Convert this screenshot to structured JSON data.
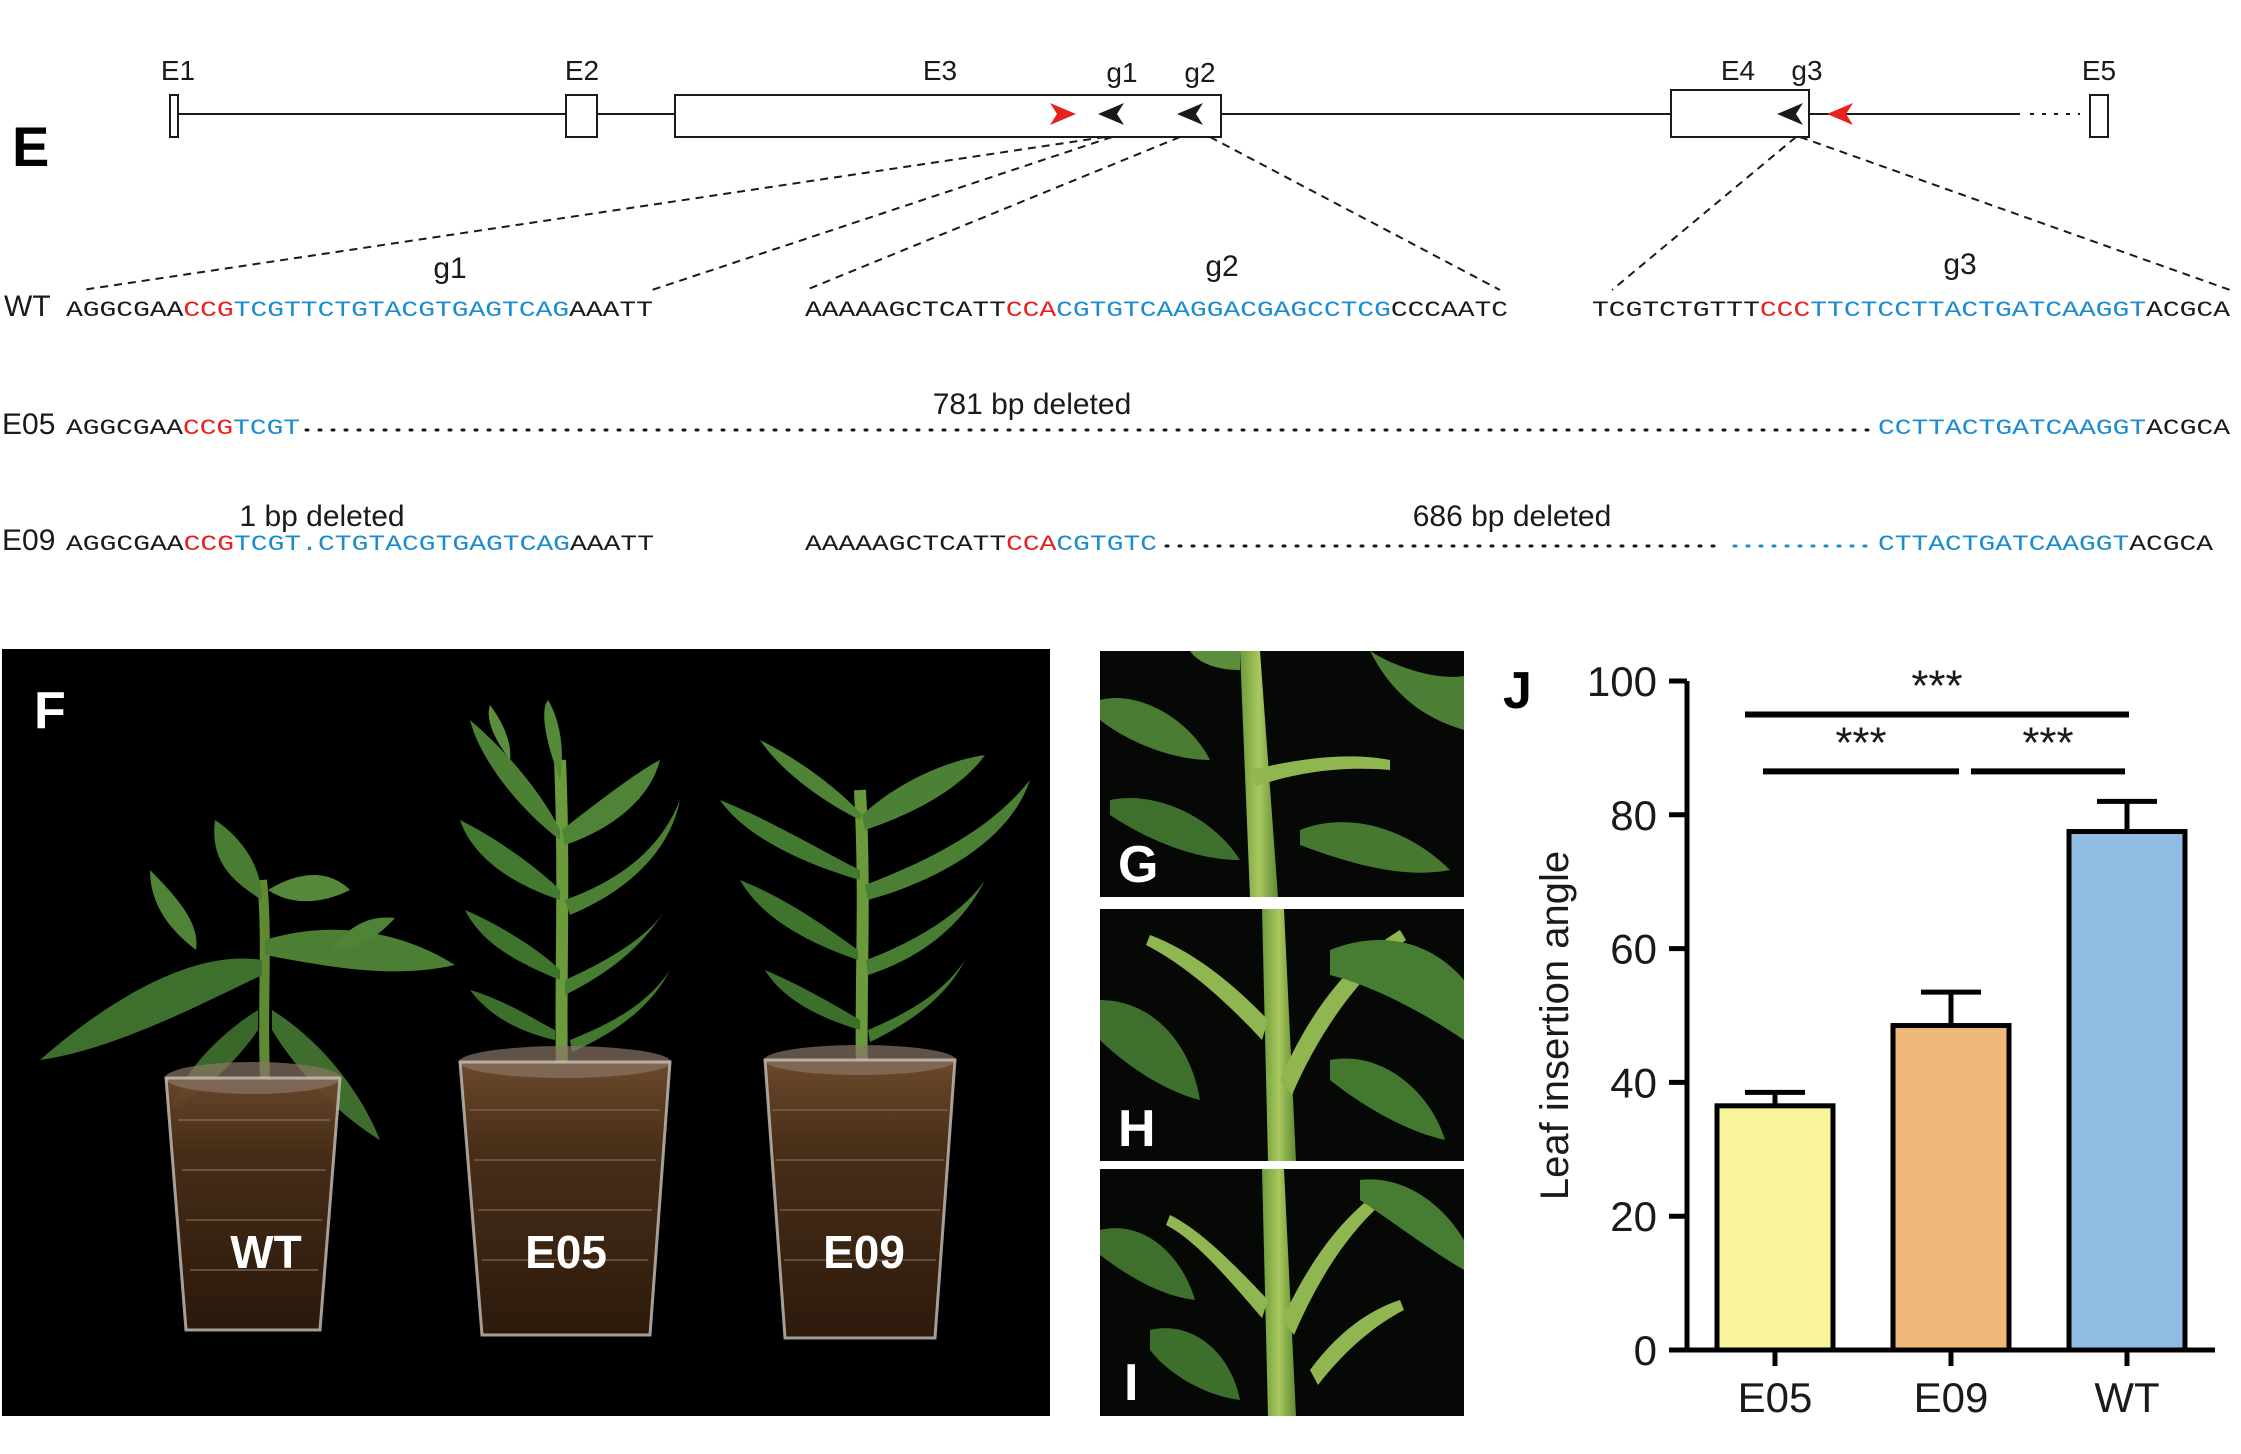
{
  "panels": {
    "e": "E",
    "f": "F",
    "g": "G",
    "h": "H",
    "i": "I",
    "j": "J"
  },
  "gene_model": {
    "exons": [
      "E1",
      "E2",
      "E3",
      "E4",
      "E5"
    ],
    "guides": [
      "g1",
      "g2",
      "g3"
    ]
  },
  "sequences": {
    "wt": {
      "label": "WT",
      "g1": {
        "title": "g1",
        "pre": "AGGCGAA",
        "pam": "CCG",
        "target": "TCGTTCTGTACGTGAGTCAG",
        "post": "AAATT"
      },
      "g2": {
        "title": "g2",
        "pre": "AAAAAGCTCATT",
        "pam": "CCA",
        "target": "CGTGTCAAGGACGAGCCTCG",
        "post": "CCCAATC"
      },
      "g3": {
        "title": "g3",
        "pre": "TCGTCTGTTT",
        "pam": "CCC",
        "target": "TTCTCCTTACTGATCAAGGT",
        "post": "ACGCA"
      }
    },
    "e05": {
      "label": "E05",
      "deletion": "781 bp deleted",
      "left": {
        "pre": "AGGCGAA",
        "pam": "CCG",
        "target": "TCGT"
      },
      "right": {
        "target": "CCTTACTGATCAAGGT",
        "post": "ACGCA"
      }
    },
    "e09": {
      "label": "E09",
      "deletion1": "1 bp deleted",
      "deletion2": "686 bp deleted",
      "g1": {
        "pre": "AGGCGAA",
        "pam": "CCG",
        "target_a": "TCGT",
        "target_b": "CTGTACGTGAGTCAG",
        "post": "AAATT"
      },
      "g2": {
        "pre": "AAAAAGCTCATT",
        "pam": "CCA",
        "target": "CGTGTC"
      },
      "g3": {
        "target": "CTTACTGATCAAGGT",
        "post": "ACGCA"
      }
    }
  },
  "photos": {
    "plant_labels": [
      "WT",
      "E05",
      "E09"
    ]
  },
  "chart_data": {
    "type": "bar",
    "categories": [
      "E05",
      "E09",
      "WT"
    ],
    "values": [
      36.5,
      48.5,
      77.5
    ],
    "errors": [
      2.0,
      5.0,
      4.5
    ],
    "ylabel": "Leaf insertion angle",
    "ylim": [
      0,
      100
    ],
    "yticks": [
      0,
      20,
      40,
      60,
      80,
      100
    ],
    "colors": [
      "#f7f49a",
      "#f0b97a",
      "#90bce3"
    ],
    "significance": [
      {
        "from": 0,
        "to": 2,
        "label": "***"
      },
      {
        "from": 0,
        "to": 1,
        "label": "***"
      },
      {
        "from": 1,
        "to": 2,
        "label": "***"
      }
    ]
  },
  "colors": {
    "pam": "#e8211f",
    "target": "#1a8ccf",
    "arrow_red": "#e8211f",
    "arrow_black": "#1a1a1a"
  }
}
